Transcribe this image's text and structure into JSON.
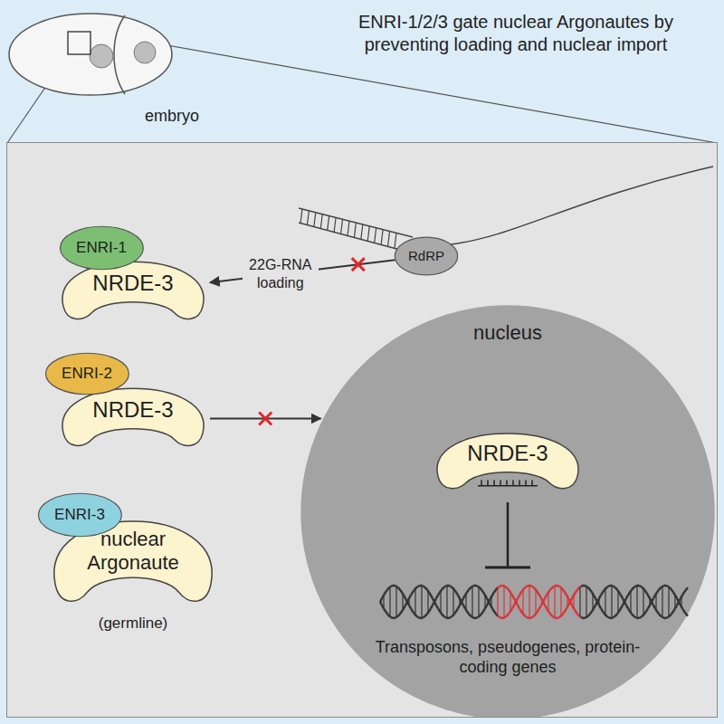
{
  "diagram": {
    "title": "ENRI-1/2/3 gate nuclear Argonautes by preventing loading and nuclear import",
    "nodes": [
      {
        "text": [
          "ENRI-1"
        ]
      },
      {
        "text": [
          "NRDE-3"
        ]
      },
      {
        "text": [
          "RdRP"
        ]
      },
      {
        "text": [
          "nucleus"
        ]
      },
      {
        "text": [
          "NRDE-3"
        ],
        "in": 3
      },
      {
        "text": [
          "ENRI-2"
        ]
      },
      {
        "text": [
          "NRDE-3"
        ]
      },
      {
        "text": [
          "ENRI-3"
        ]
      },
      {
        "text": [
          "nuclear Argonaute",
          "(germline)"
        ]
      }
    ],
    "edges": [
      {
        "from": 2,
        "to": 1,
        "label": "22G-RNA loading",
        "arrow": "to"
      },
      {
        "from": 6,
        "to": 3,
        "arrow": "to"
      }
    ],
    "labels": [
      "embryo",
      "Transposons, pseudogenes, protein-coding genes"
    ]
  }
}
